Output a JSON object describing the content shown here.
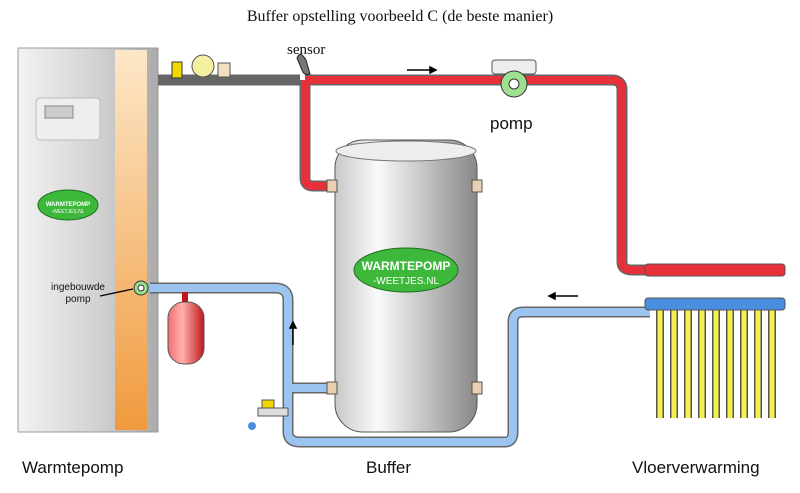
{
  "title": "Buffer opstelling voorbeeld C  (de beste manier)",
  "labels": {
    "sensor": "sensor",
    "pump": "pomp",
    "builtin_pump": "ingebouwde pomp",
    "heat_pump": "Warmtepomp",
    "buffer": "Buffer",
    "floor_heating": "Vloerverwarming"
  },
  "logo_text": "WARMTEPOMP -WEETJES.NL",
  "colors": {
    "supply": "#e8303a",
    "return": "#4a8ee0",
    "cabinet_strip": "#f0a04a",
    "logo": "#3db83a",
    "loops": "#f4f050"
  }
}
